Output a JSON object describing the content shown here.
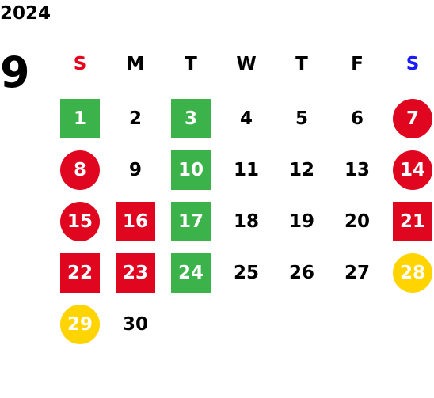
{
  "calendar": {
    "year": "2024",
    "month": "9",
    "weekdays": [
      {
        "label": "S",
        "color": "#e8001c"
      },
      {
        "label": "M",
        "color": "#000000"
      },
      {
        "label": "T",
        "color": "#000000"
      },
      {
        "label": "W",
        "color": "#000000"
      },
      {
        "label": "T",
        "color": "#000000"
      },
      {
        "label": "F",
        "color": "#000000"
      },
      {
        "label": "S",
        "color": "#1a1aff"
      }
    ],
    "colors": {
      "green": "#3cb34a",
      "red": "#e0061f",
      "yellow": "#ffd400"
    },
    "days": [
      {
        "label": "1",
        "style": "green-square"
      },
      {
        "label": "2",
        "style": "plain"
      },
      {
        "label": "3",
        "style": "green-square"
      },
      {
        "label": "4",
        "style": "plain"
      },
      {
        "label": "5",
        "style": "plain"
      },
      {
        "label": "6",
        "style": "plain"
      },
      {
        "label": "7",
        "style": "red-circle"
      },
      {
        "label": "8",
        "style": "red-circle"
      },
      {
        "label": "9",
        "style": "plain"
      },
      {
        "label": "10",
        "style": "green-square"
      },
      {
        "label": "11",
        "style": "plain"
      },
      {
        "label": "12",
        "style": "plain"
      },
      {
        "label": "13",
        "style": "plain"
      },
      {
        "label": "14",
        "style": "red-circle"
      },
      {
        "label": "15",
        "style": "red-circle"
      },
      {
        "label": "16",
        "style": "red-square"
      },
      {
        "label": "17",
        "style": "green-square"
      },
      {
        "label": "18",
        "style": "plain"
      },
      {
        "label": "19",
        "style": "plain"
      },
      {
        "label": "20",
        "style": "plain"
      },
      {
        "label": "21",
        "style": "red-square"
      },
      {
        "label": "22",
        "style": "red-square"
      },
      {
        "label": "23",
        "style": "red-square"
      },
      {
        "label": "24",
        "style": "green-square"
      },
      {
        "label": "25",
        "style": "plain"
      },
      {
        "label": "26",
        "style": "plain"
      },
      {
        "label": "27",
        "style": "plain"
      },
      {
        "label": "28",
        "style": "yellow-circle"
      },
      {
        "label": "29",
        "style": "yellow-circle"
      },
      {
        "label": "30",
        "style": "plain"
      }
    ]
  }
}
